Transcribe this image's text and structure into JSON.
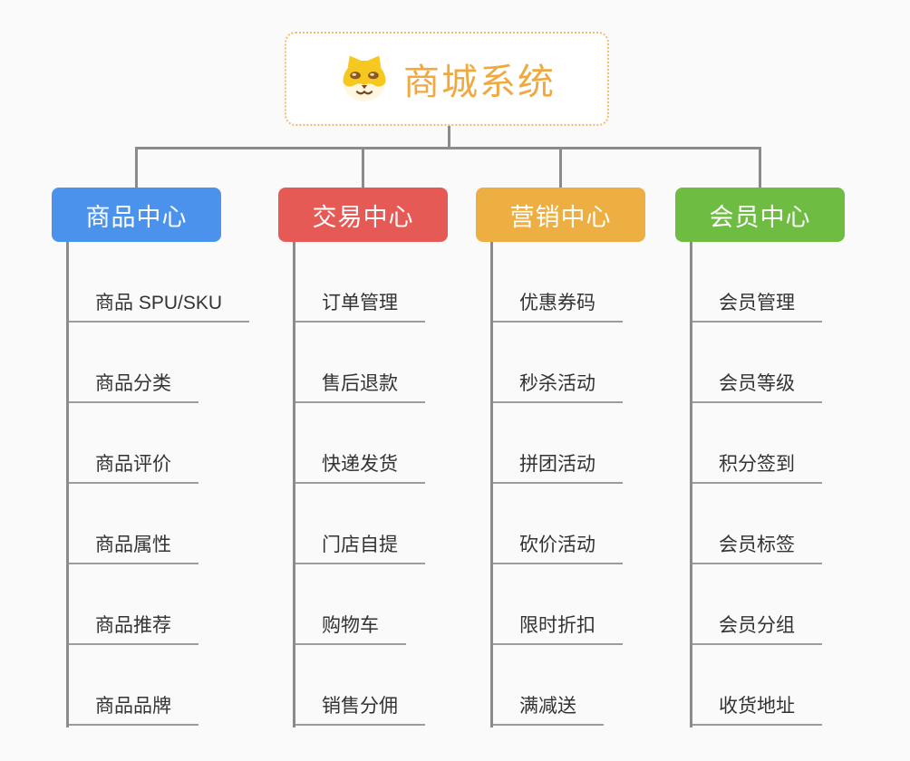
{
  "root": {
    "title": "商城系统",
    "icon": "shiba-dog-icon",
    "text_color": "#EFA93E",
    "border_color": "#F2BC6B"
  },
  "branches": [
    {
      "label": "商品中心",
      "color": "#4B92EC",
      "items": [
        "商品 SPU/SKU",
        "商品分类",
        "商品评价",
        "商品属性",
        "商品推荐",
        "商品品牌"
      ]
    },
    {
      "label": "交易中心",
      "color": "#E65A56",
      "items": [
        "订单管理",
        "售后退款",
        "快递发货",
        "门店自提",
        "购物车",
        "销售分佣"
      ]
    },
    {
      "label": "营销中心",
      "color": "#EDAE42",
      "items": [
        "优惠券码",
        "秒杀活动",
        "拼团活动",
        "砍价活动",
        "限时折扣",
        "满减送"
      ]
    },
    {
      "label": "会员中心",
      "color": "#6FBC43",
      "items": [
        "会员管理",
        "会员等级",
        "积分签到",
        "会员标签",
        "会员分组",
        "收货地址"
      ]
    }
  ],
  "colors": {
    "background": "#FAFAFA",
    "connector": "#8B8B8B",
    "underline": "#9C9C9C",
    "item_text": "#333333"
  }
}
